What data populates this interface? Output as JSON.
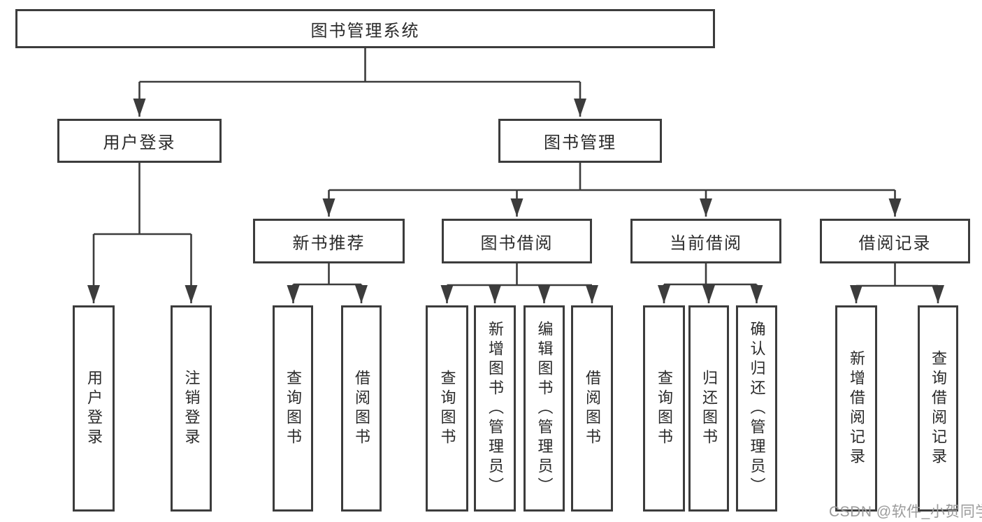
{
  "diagram": {
    "nodes": {
      "root": "图书管理系统",
      "level1": [
        "用户登录",
        "图书管理"
      ],
      "level2": [
        "新书推荐",
        "图书借阅",
        "当前借阅",
        "借阅记录"
      ],
      "leaves": {
        "login": [
          "用户登录",
          "注销登录"
        ],
        "recommend": [
          "查询图书",
          "借阅图书"
        ],
        "borrow": [
          "查询图书",
          "新增图书（管理员）",
          "编辑图书（管理员）",
          "借阅图书"
        ],
        "current": [
          "查询图书",
          "归还图书",
          "确认归还（管理员）"
        ],
        "records": [
          "新增借阅记录",
          "查询借阅记录"
        ]
      }
    },
    "watermark": "CSDN @软件_小贺同学",
    "colors": {
      "line": "#3c3c3c",
      "box_border": "#3c3c3c",
      "text": "#2a2a2a",
      "background": "#ffffff",
      "watermark": "#9b9b9b"
    }
  }
}
